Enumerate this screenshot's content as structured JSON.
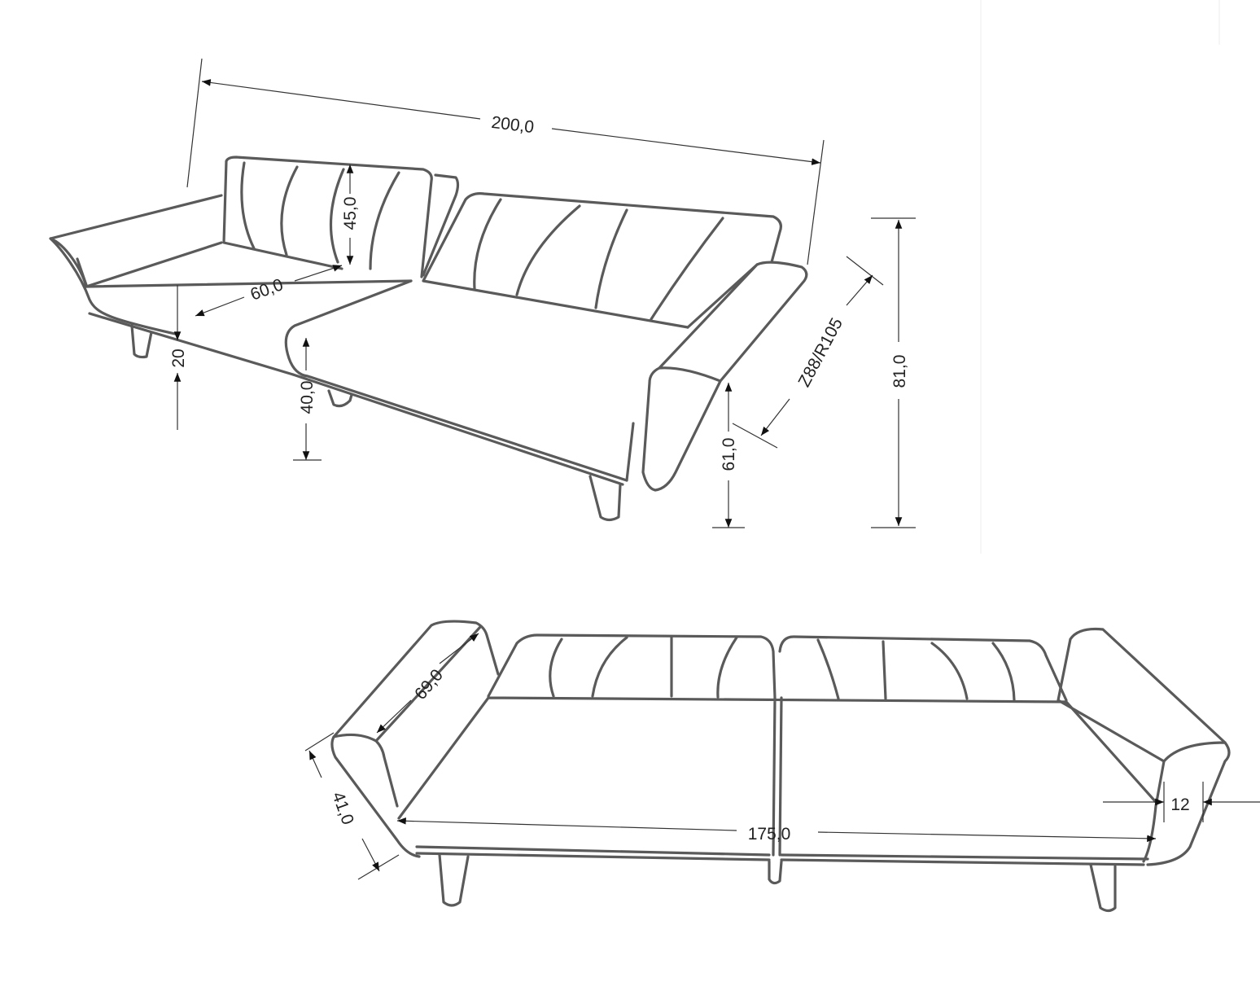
{
  "top_view": {
    "dimensions": {
      "total_width": "200,0",
      "backrest_height": "45,0",
      "seat_depth": "60,0",
      "leg_height": "20",
      "seat_height": "40,0",
      "overall_depth": "Z88/R105",
      "arm_height": "61,0",
      "total_height": "81,0"
    }
  },
  "bottom_view": {
    "dimensions": {
      "arm_length": "69,0",
      "arm_height": "41,0",
      "seat_width": "175,0",
      "arm_width": "12"
    }
  },
  "colors": {
    "outline": "#5a5a5a",
    "dimension": "#333333"
  }
}
